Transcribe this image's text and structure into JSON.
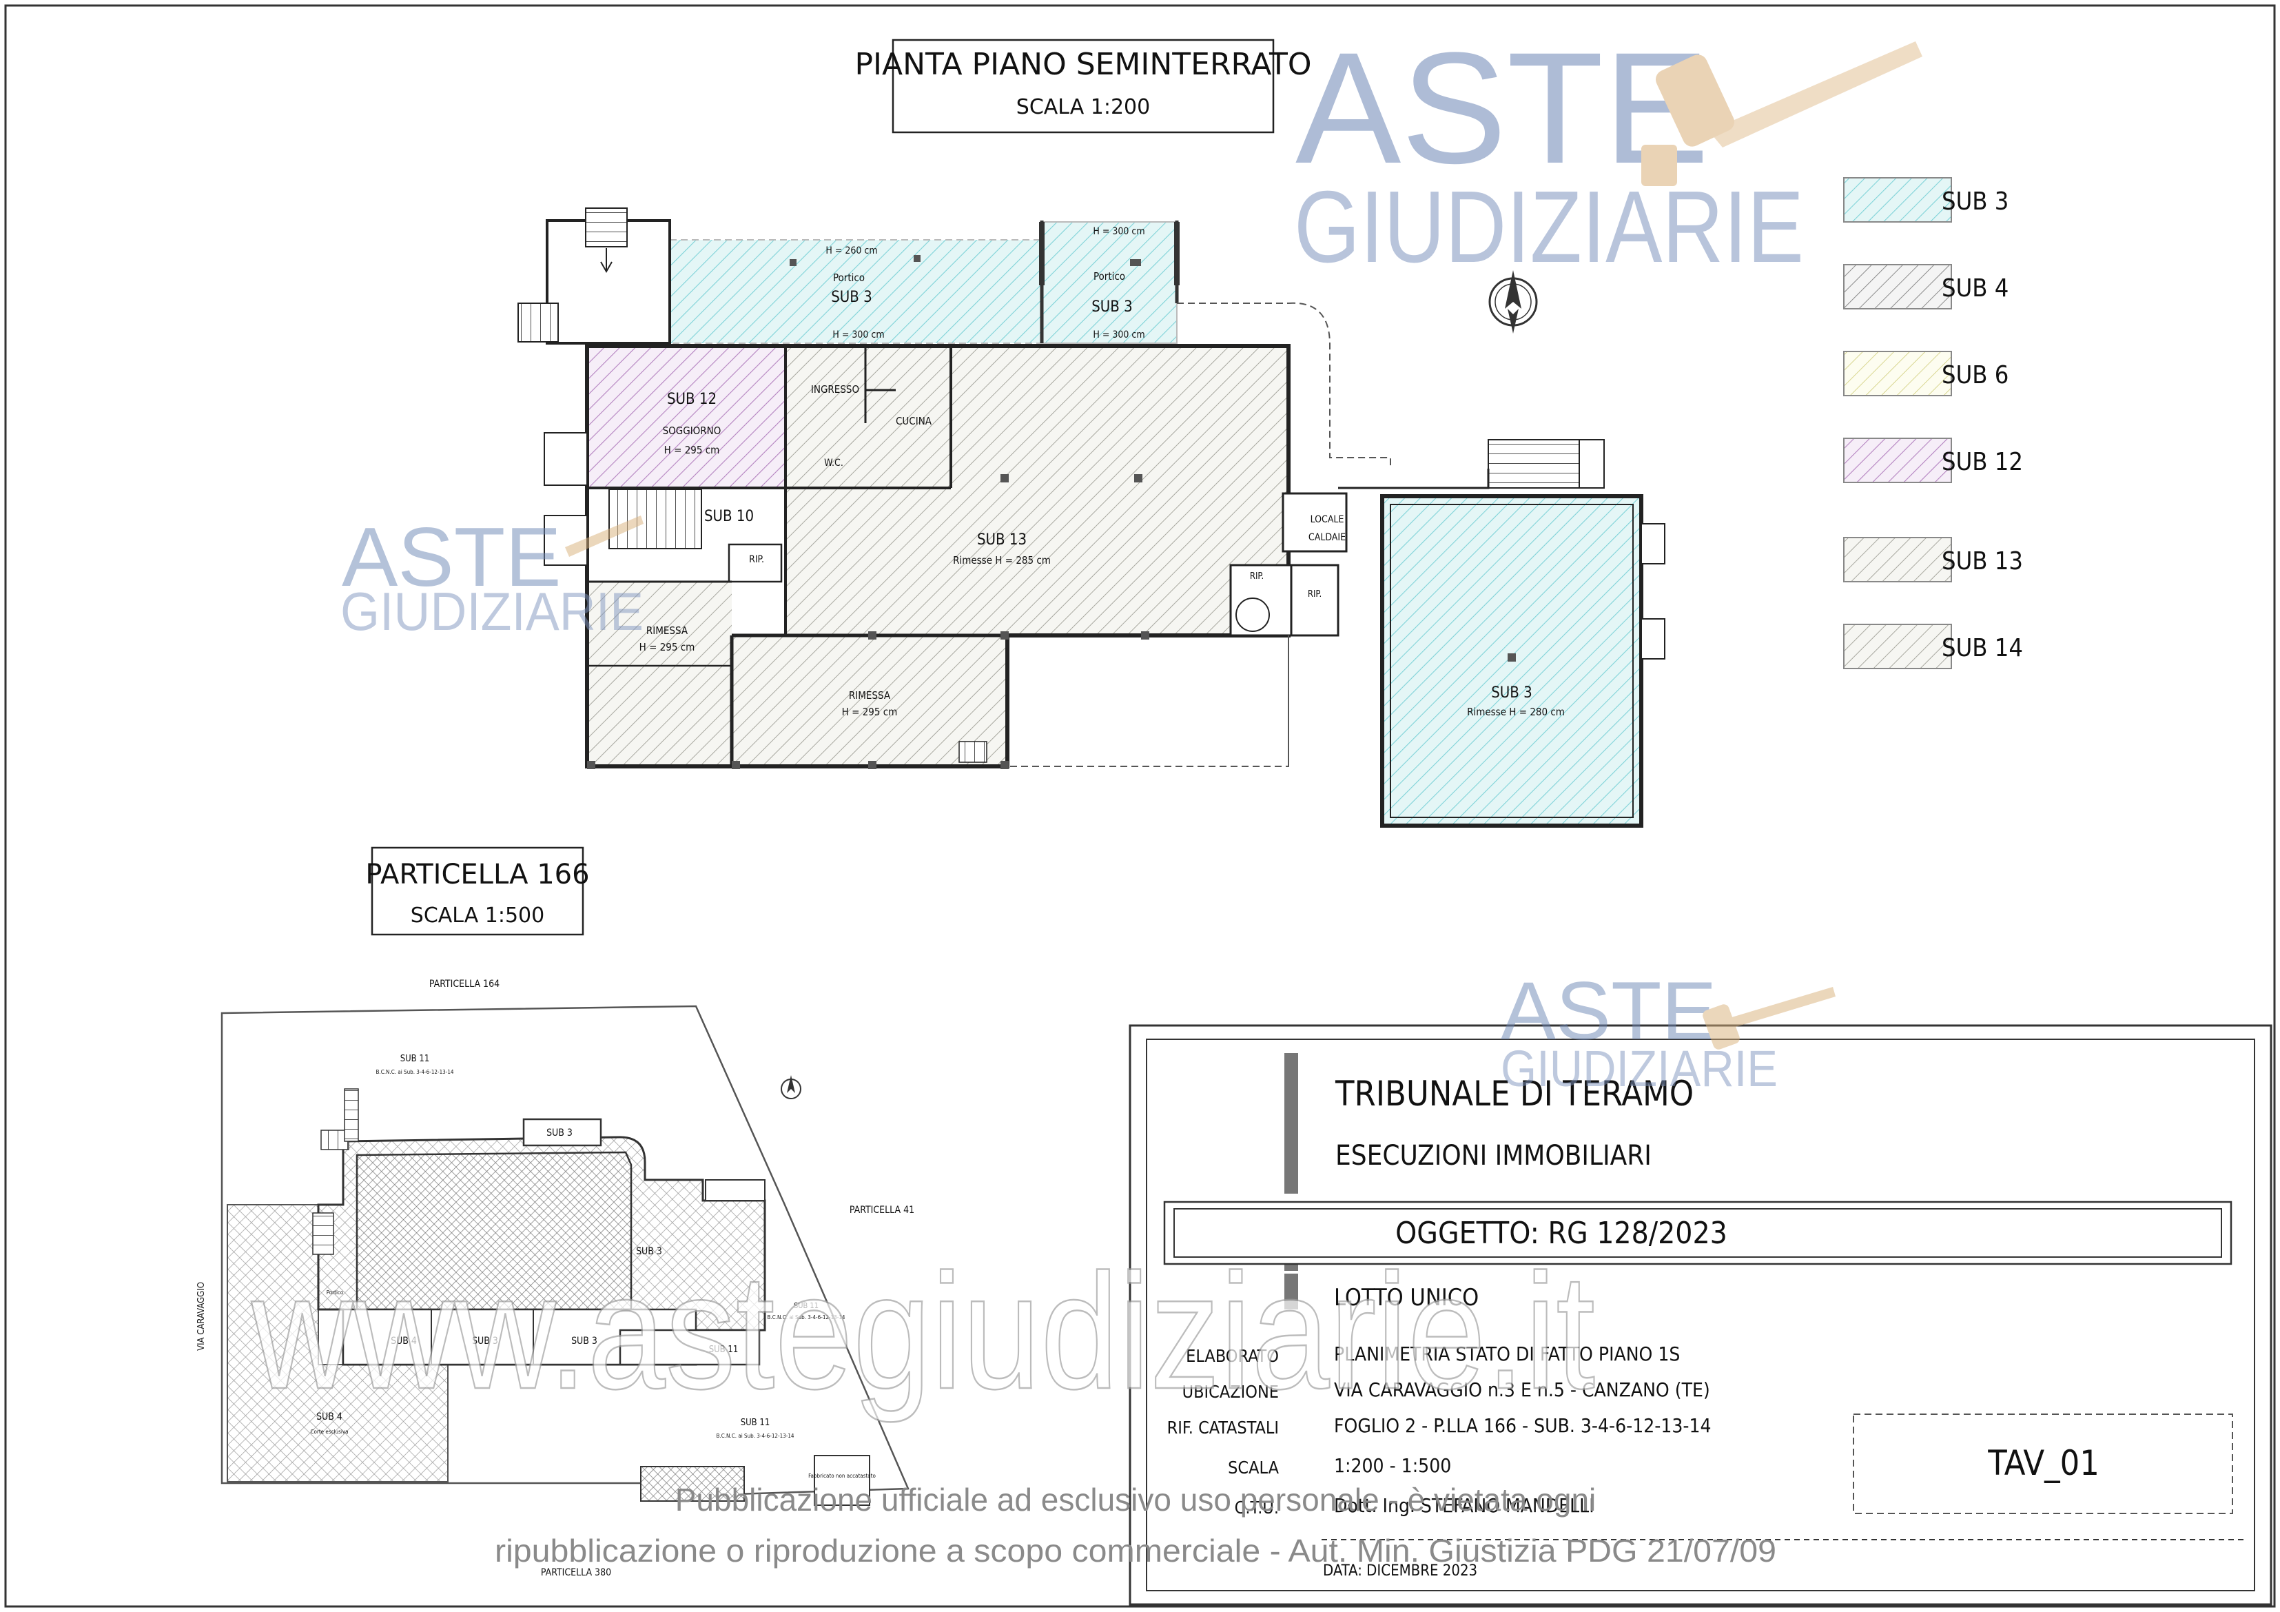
{
  "plan": {
    "title": "PIANTA PIANO SEMINTERRATO",
    "scale": "SCALA 1:200",
    "labels": {
      "h260": "H = 260 cm",
      "h300a": "H = 300 cm",
      "h300b": "H = 300 cm",
      "h300c": "H = 300 cm",
      "portico1": "Portico",
      "portico2": "Portico",
      "sub3a": "SUB 3",
      "sub3b": "SUB 3",
      "sub12": "SUB 12",
      "soggiorno": "SOGGIORNO",
      "h295a": "H = 295 cm",
      "ingresso": "INGRESSO",
      "cucina": "CUCINA",
      "wc": "W.C.",
      "sub10": "SUB 10",
      "rip1": "RIP.",
      "rip2": "RIP.",
      "rip3": "RIP.",
      "sub13": "SUB 13",
      "rimesse285": "Rimesse H = 285 cm",
      "locale": "LOCALE",
      "caldaie": "CALDAIE",
      "rimessa1": "RIMESSA",
      "h295b": "H = 295 cm",
      "rimessa2": "RIMESSA",
      "h295c": "H = 295 cm",
      "sub3c": "SUB 3",
      "rimesse280": "Rimesse H = 280 cm"
    }
  },
  "legend": [
    {
      "label": "SUB 3",
      "color": "#7fd3d8",
      "fill": "#e4f6f6"
    },
    {
      "label": "SUB 4",
      "color": "#8a8a8a",
      "fill": "#f4f4f4"
    },
    {
      "label": "SUB 6",
      "color": "#d8d690",
      "fill": "#fdfdf0"
    },
    {
      "label": "SUB 12",
      "color": "#b482c0",
      "fill": "#f6eef8"
    },
    {
      "label": "SUB 13",
      "color": "#a8a8a0",
      "fill": "#f6f6f2"
    },
    {
      "label": "SUB 14",
      "color": "#a8a8a0",
      "fill": "#f6f6f2"
    }
  ],
  "site": {
    "title": "PARTICELLA 166",
    "scale": "SCALA 1:500",
    "labels": {
      "p164": "PARTICELLA 164",
      "p41": "PARTICELLA 41",
      "p380": "PARTICELLA 380",
      "via": "VIA CARAVAGGIO",
      "sub11top": "SUB 11",
      "sub11top_note": "B.C.N.C. ai Sub. 3-4-6-12-13-14",
      "sub3_1": "SUB 3",
      "sub3_2": "SUB 3",
      "sub3_3": "SUB 3",
      "sub3_4": "SUB 3",
      "sub4": "SUB 4",
      "sub4b": "SUB 4",
      "sub4b_note": "Corte esclusiva",
      "sub11a": "SUB 11",
      "sub11a_note": "B.C.N.C. ai Sub. 3-4-6-12-13-14",
      "sub11b": "SUB 11",
      "sub11b_note": "B.C.N.C. ai Sub. 3-4-6-12-13-14",
      "sub11c": "SUB 11",
      "fabbricato": "Fabbricato non accatastato",
      "portico": "Portico"
    }
  },
  "titleblock": {
    "court": "TRIBUNALE DI TERAMO",
    "dept": "ESECUZIONI IMMOBILIARI",
    "oggetto": "OGGETTO: RG 128/2023",
    "lotto": "LOTTO UNICO",
    "rows": [
      {
        "label": "ELABORATO",
        "value": "PLANIMETRIA STATO DI FATTO PIANO 1S"
      },
      {
        "label": "UBICAZIONE",
        "value": "VIA CARAVAGGIO n.3 E n.5 - CANZANO (TE)"
      },
      {
        "label": "RIF. CATASTALI",
        "value": "FOGLIO 2 - P.LLA 166 - SUB. 3-4-6-12-13-14"
      },
      {
        "label": "SCALA",
        "value": "1:200 - 1:500"
      },
      {
        "label": "C.T.U.",
        "value": "Dott. Ing. STEFANO MANDELLI"
      },
      {
        "label": "",
        "value": "DATA: DICEMBRE 2023"
      }
    ],
    "tav": "TAV_01"
  },
  "watermark": {
    "aste": "ASTE",
    "giudiziarie": "GIUDIZIARIE",
    "url": "www.astegiudiziarie.it",
    "notice1": "Pubblicazione ufficiale ad esclusivo uso personale - è vietata ogni",
    "notice2": "ripubblicazione o riproduzione a scopo commerciale - Aut. Min. Giustizia PDG 21/07/09"
  }
}
